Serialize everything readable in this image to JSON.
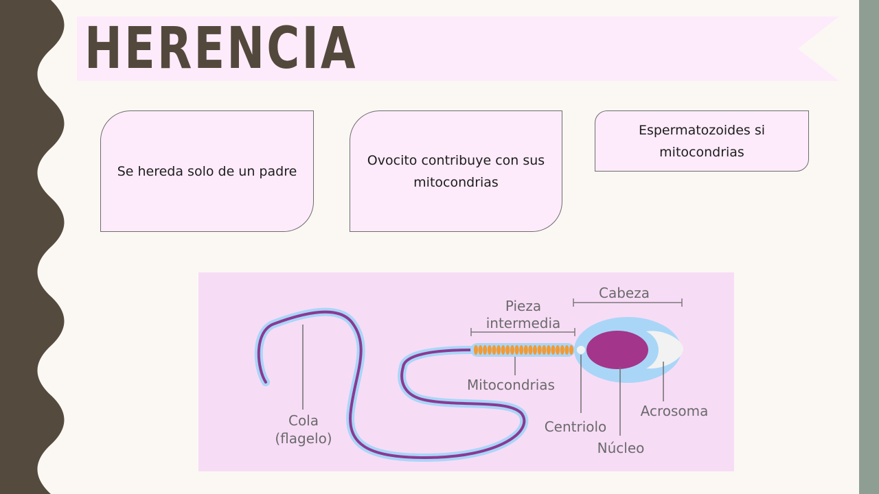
{
  "slide": {
    "title": "HERENCIA",
    "boxes": [
      {
        "text": "Se hereda solo de un padre"
      },
      {
        "text": "Ovocito contribuye con sus mitocondrias"
      },
      {
        "text": "Espermatozoides si mitocondrias"
      }
    ]
  },
  "diagram": {
    "labels": {
      "cabeza": "Cabeza",
      "pieza_line1": "Pieza",
      "pieza_line2": "intermedia",
      "mitocondrias": "Mitocondrias",
      "centriolo": "Centriolo",
      "nucleo": "Núcleo",
      "acrosoma": "Acrosoma",
      "cola_line1": "Cola",
      "cola_line2": "(flagelo)"
    }
  },
  "colors": {
    "background": "#fbf8f3",
    "left_band": "#544a3e",
    "right_bar": "#8f9e92",
    "title_text": "#53483c",
    "banner": "#fdebfb",
    "box_fill": "#fdebfb",
    "figure_bg": "#f7dcf6",
    "sperm_outline": "#a9d6f7",
    "nucleus": "#a3358a",
    "flagellum": "#8a3a93",
    "mitochondria": "#f19a36"
  }
}
